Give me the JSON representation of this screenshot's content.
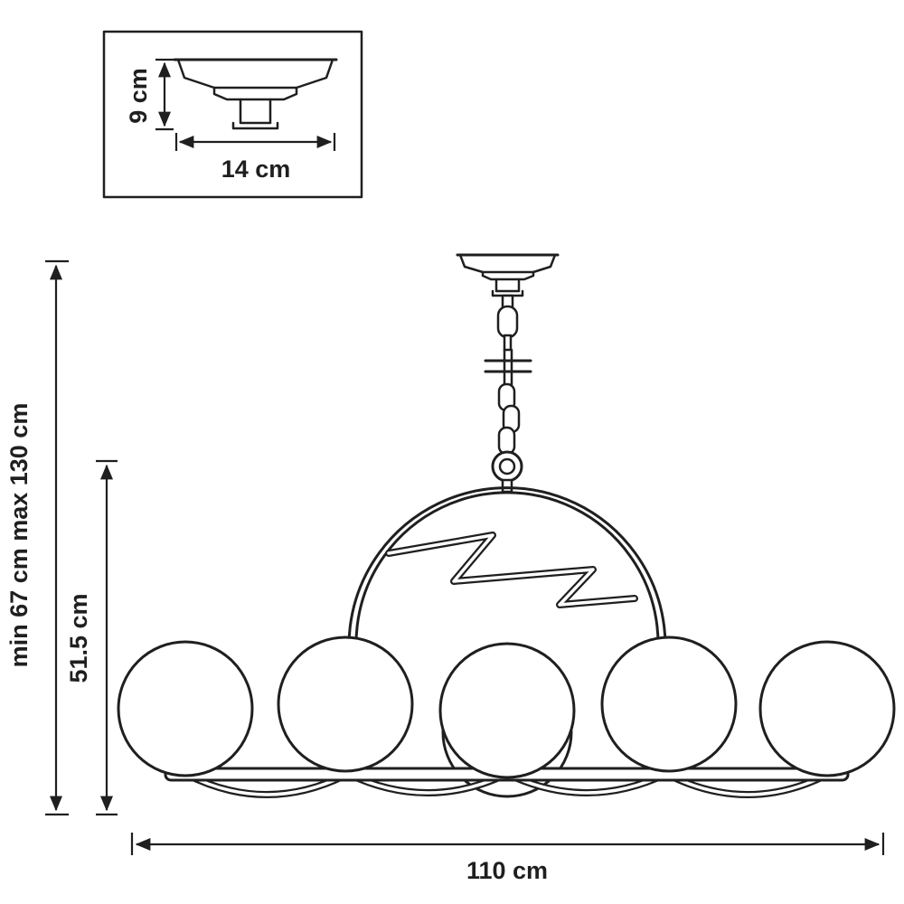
{
  "colors": {
    "line": "#1f1f1f",
    "background": "#ffffff"
  },
  "inset": {
    "height_label": "9 cm",
    "width_label": "14 cm"
  },
  "dimensions": {
    "overall_height_label": "min 67 cm max 130 cm",
    "fixture_height_label": "51.5 cm",
    "width_label": "110 cm"
  },
  "fixture": {
    "globe_count": 5
  }
}
